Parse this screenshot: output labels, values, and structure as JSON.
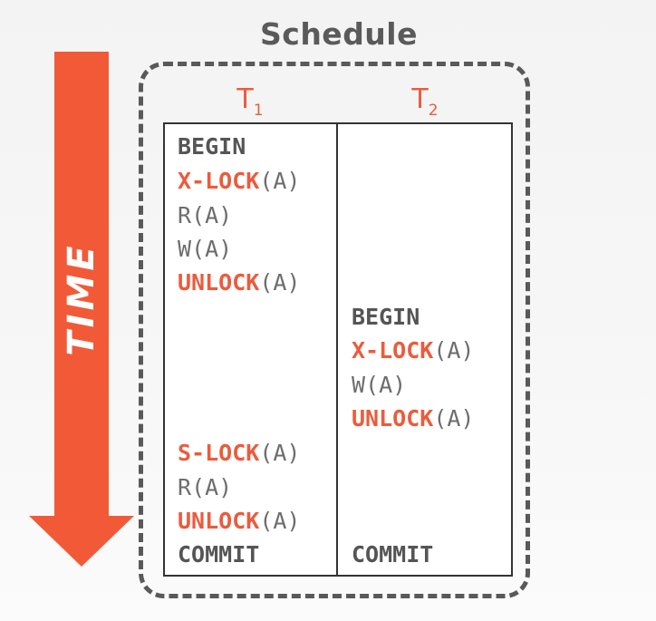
{
  "title": "Schedule",
  "time_label": "TIME",
  "colors": {
    "accent": "#ec5b3c",
    "text": "#6d6d6d",
    "keyword": "#555555",
    "frame": "#595959"
  },
  "columns": [
    {
      "name": "T",
      "subscript": "1"
    },
    {
      "name": "T",
      "subscript": "2"
    }
  ],
  "t1_ops": [
    {
      "kw": "BEGIN",
      "arg": "",
      "style": "dark"
    },
    {
      "kw": "X-LOCK",
      "arg": "(A)",
      "style": "red"
    },
    {
      "kw": "R",
      "arg": "(A)",
      "style": "plain"
    },
    {
      "kw": "W",
      "arg": "(A)",
      "style": "plain"
    },
    {
      "kw": "UNLOCK",
      "arg": "(A)",
      "style": "red"
    },
    {
      "kw": "S-LOCK",
      "arg": "(A)",
      "style": "red"
    },
    {
      "kw": "R",
      "arg": "(A)",
      "style": "plain"
    },
    {
      "kw": "UNLOCK",
      "arg": "(A)",
      "style": "red"
    },
    {
      "kw": "COMMIT",
      "arg": "",
      "style": "dark"
    }
  ],
  "t2_ops": [
    {
      "kw": "BEGIN",
      "arg": "",
      "style": "dark"
    },
    {
      "kw": "X-LOCK",
      "arg": "(A)",
      "style": "red"
    },
    {
      "kw": "W",
      "arg": "(A)",
      "style": "plain"
    },
    {
      "kw": "UNLOCK",
      "arg": "(A)",
      "style": "red"
    },
    {
      "kw": "COMMIT",
      "arg": "",
      "style": "dark"
    }
  ]
}
